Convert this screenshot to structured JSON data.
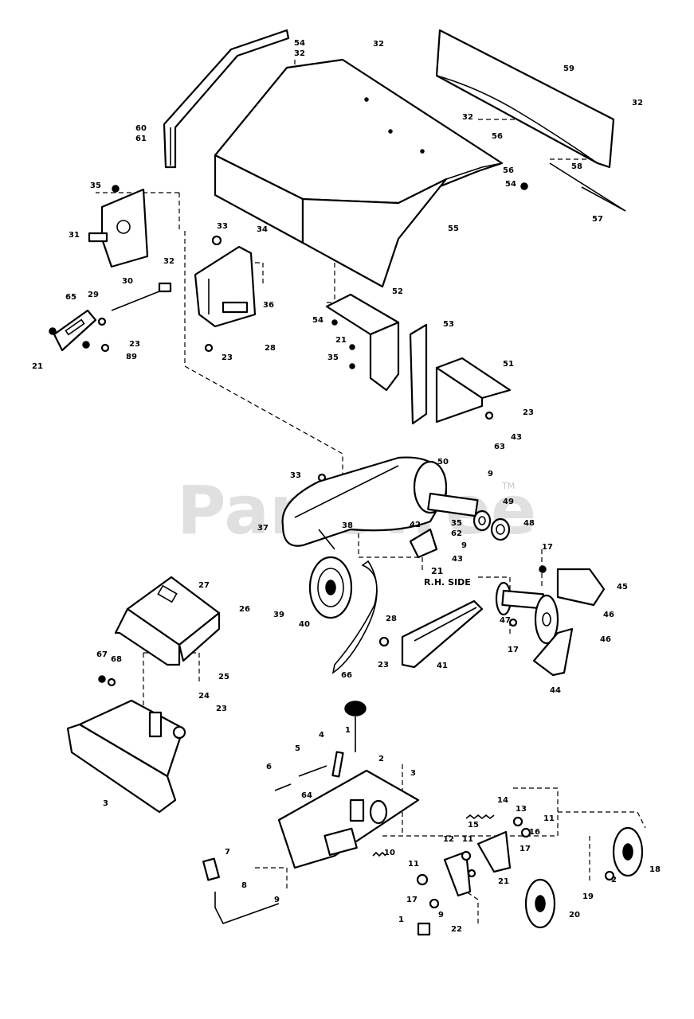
{
  "watermark": {
    "text": "PartsTree",
    "tm": "TM"
  },
  "notes": {
    "rh_side_number": "21",
    "rh_side_label": "R.H. SIDE"
  },
  "callouts": [
    [
      "54",
      369,
      57
    ],
    [
      "32",
      369,
      70
    ],
    [
      "32",
      468,
      58
    ],
    [
      "59",
      707,
      89
    ],
    [
      "32",
      793,
      132
    ],
    [
      "32",
      580,
      150
    ],
    [
      "56",
      617,
      174
    ],
    [
      "56",
      631,
      217
    ],
    [
      "58",
      717,
      212
    ],
    [
      "54",
      634,
      234
    ],
    [
      "57",
      743,
      278
    ],
    [
      "55",
      562,
      290
    ],
    [
      "60",
      170,
      164
    ],
    [
      "61",
      170,
      177
    ],
    [
      "35",
      113,
      236
    ],
    [
      "31",
      86,
      298
    ],
    [
      "33",
      272,
      287
    ],
    [
      "34",
      322,
      291
    ],
    [
      "32",
      205,
      331
    ],
    [
      "36",
      330,
      386
    ],
    [
      "30",
      153,
      356
    ],
    [
      "65",
      82,
      376
    ],
    [
      "29",
      110,
      373
    ],
    [
      "23",
      162,
      435
    ],
    [
      "89",
      158,
      451
    ],
    [
      "21",
      40,
      463
    ],
    [
      "28",
      332,
      440
    ],
    [
      "23",
      278,
      452
    ],
    [
      "52",
      492,
      369
    ],
    [
      "54",
      392,
      405
    ],
    [
      "21",
      421,
      430
    ],
    [
      "35",
      411,
      452
    ],
    [
      "53",
      556,
      410
    ],
    [
      "51",
      631,
      460
    ],
    [
      "23",
      656,
      521
    ],
    [
      "43",
      641,
      552
    ],
    [
      "63",
      620,
      564
    ],
    [
      "50",
      549,
      583
    ],
    [
      "9",
      612,
      598
    ],
    [
      "33",
      364,
      600
    ],
    [
      "37",
      323,
      666
    ],
    [
      "38",
      429,
      663
    ],
    [
      "42",
      514,
      662
    ],
    [
      "35",
      566,
      660
    ],
    [
      "62",
      566,
      673
    ],
    [
      "9",
      579,
      688
    ],
    [
      "43",
      567,
      705
    ],
    [
      "49",
      631,
      633
    ],
    [
      "48",
      657,
      660
    ],
    [
      "17",
      680,
      690
    ],
    [
      "45",
      774,
      740
    ],
    [
      "39",
      343,
      775
    ],
    [
      "40",
      375,
      787
    ],
    [
      "28",
      484,
      780
    ],
    [
      "46",
      757,
      775
    ],
    [
      "47",
      627,
      782
    ],
    [
      "46",
      753,
      806
    ],
    [
      "17",
      637,
      819
    ],
    [
      "27",
      249,
      738
    ],
    [
      "26",
      300,
      768
    ],
    [
      "66",
      428,
      851
    ],
    [
      "23",
      474,
      838
    ],
    [
      "41",
      548,
      839
    ],
    [
      "44",
      690,
      870
    ],
    [
      "67",
      121,
      825
    ],
    [
      "68",
      139,
      831
    ],
    [
      "25",
      274,
      853
    ],
    [
      "24",
      249,
      877
    ],
    [
      "23",
      271,
      893
    ],
    [
      "1",
      433,
      920
    ],
    [
      "4",
      400,
      926
    ],
    [
      "5",
      370,
      943
    ],
    [
      "2",
      475,
      956
    ],
    [
      "6",
      334,
      966
    ],
    [
      "3",
      515,
      974
    ],
    [
      "64",
      378,
      1002
    ],
    [
      "3",
      129,
      1012
    ],
    [
      "14",
      624,
      1008
    ],
    [
      "13",
      647,
      1019
    ],
    [
      "11",
      682,
      1031
    ],
    [
      "15",
      587,
      1039
    ],
    [
      "16",
      664,
      1048
    ],
    [
      "18",
      815,
      1095
    ],
    [
      "12",
      556,
      1057
    ],
    [
      "11",
      580,
      1057
    ],
    [
      "10",
      482,
      1074
    ],
    [
      "17",
      652,
      1069
    ],
    [
      "7",
      282,
      1073
    ],
    [
      "11",
      512,
      1088
    ],
    [
      "2",
      767,
      1108
    ],
    [
      "21",
      625,
      1110
    ],
    [
      "8",
      303,
      1115
    ],
    [
      "19",
      731,
      1129
    ],
    [
      "9",
      344,
      1133
    ],
    [
      "17",
      510,
      1133
    ],
    [
      "20",
      714,
      1152
    ],
    [
      "9",
      550,
      1152
    ],
    [
      "1",
      500,
      1158
    ],
    [
      "22",
      566,
      1170
    ]
  ]
}
